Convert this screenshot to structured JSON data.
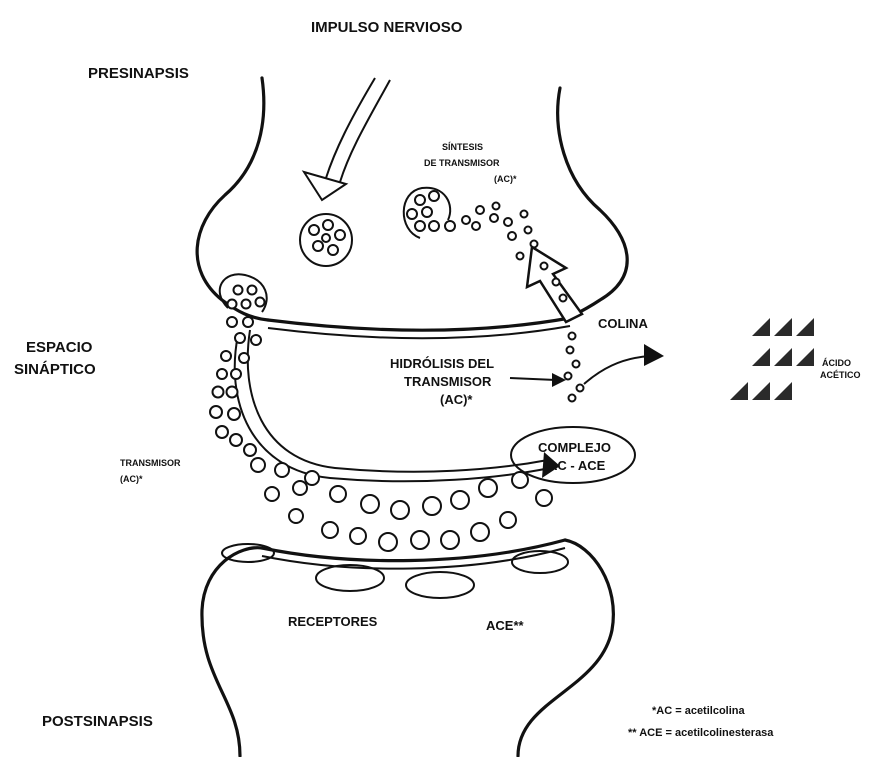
{
  "labels": {
    "impulse": "IMPULSO NERVIOSO",
    "presynapse": "PRESINAPSIS",
    "synthesis_1": "SÍNTESIS",
    "synthesis_2": "DE TRANSMISOR",
    "synthesis_3": "(AC)*",
    "synaptic_space_1": "ESPACIO",
    "synaptic_space_2": "SINÁPTICO",
    "choline": "COLINA",
    "acetic_acid_1": "ÁCIDO",
    "acetic_acid_2": "ACÉTICO",
    "hydrolysis_1": "HIDRÓLISIS DEL",
    "hydrolysis_2": "TRANSMISOR",
    "hydrolysis_3": "(AC)*",
    "complex_1": "COMPLEJO",
    "complex_2": "AC - ACE",
    "transmitter_1": "TRANSMISOR",
    "transmitter_2": "(AC)*",
    "receptors": "RECEPTORES",
    "ace": "ACE**",
    "postsynapse": "POSTSINAPSIS"
  },
  "legend": {
    "ac": "*AC = acetilcolina",
    "ace": "** ACE = acetilcolinesterasa"
  }
}
